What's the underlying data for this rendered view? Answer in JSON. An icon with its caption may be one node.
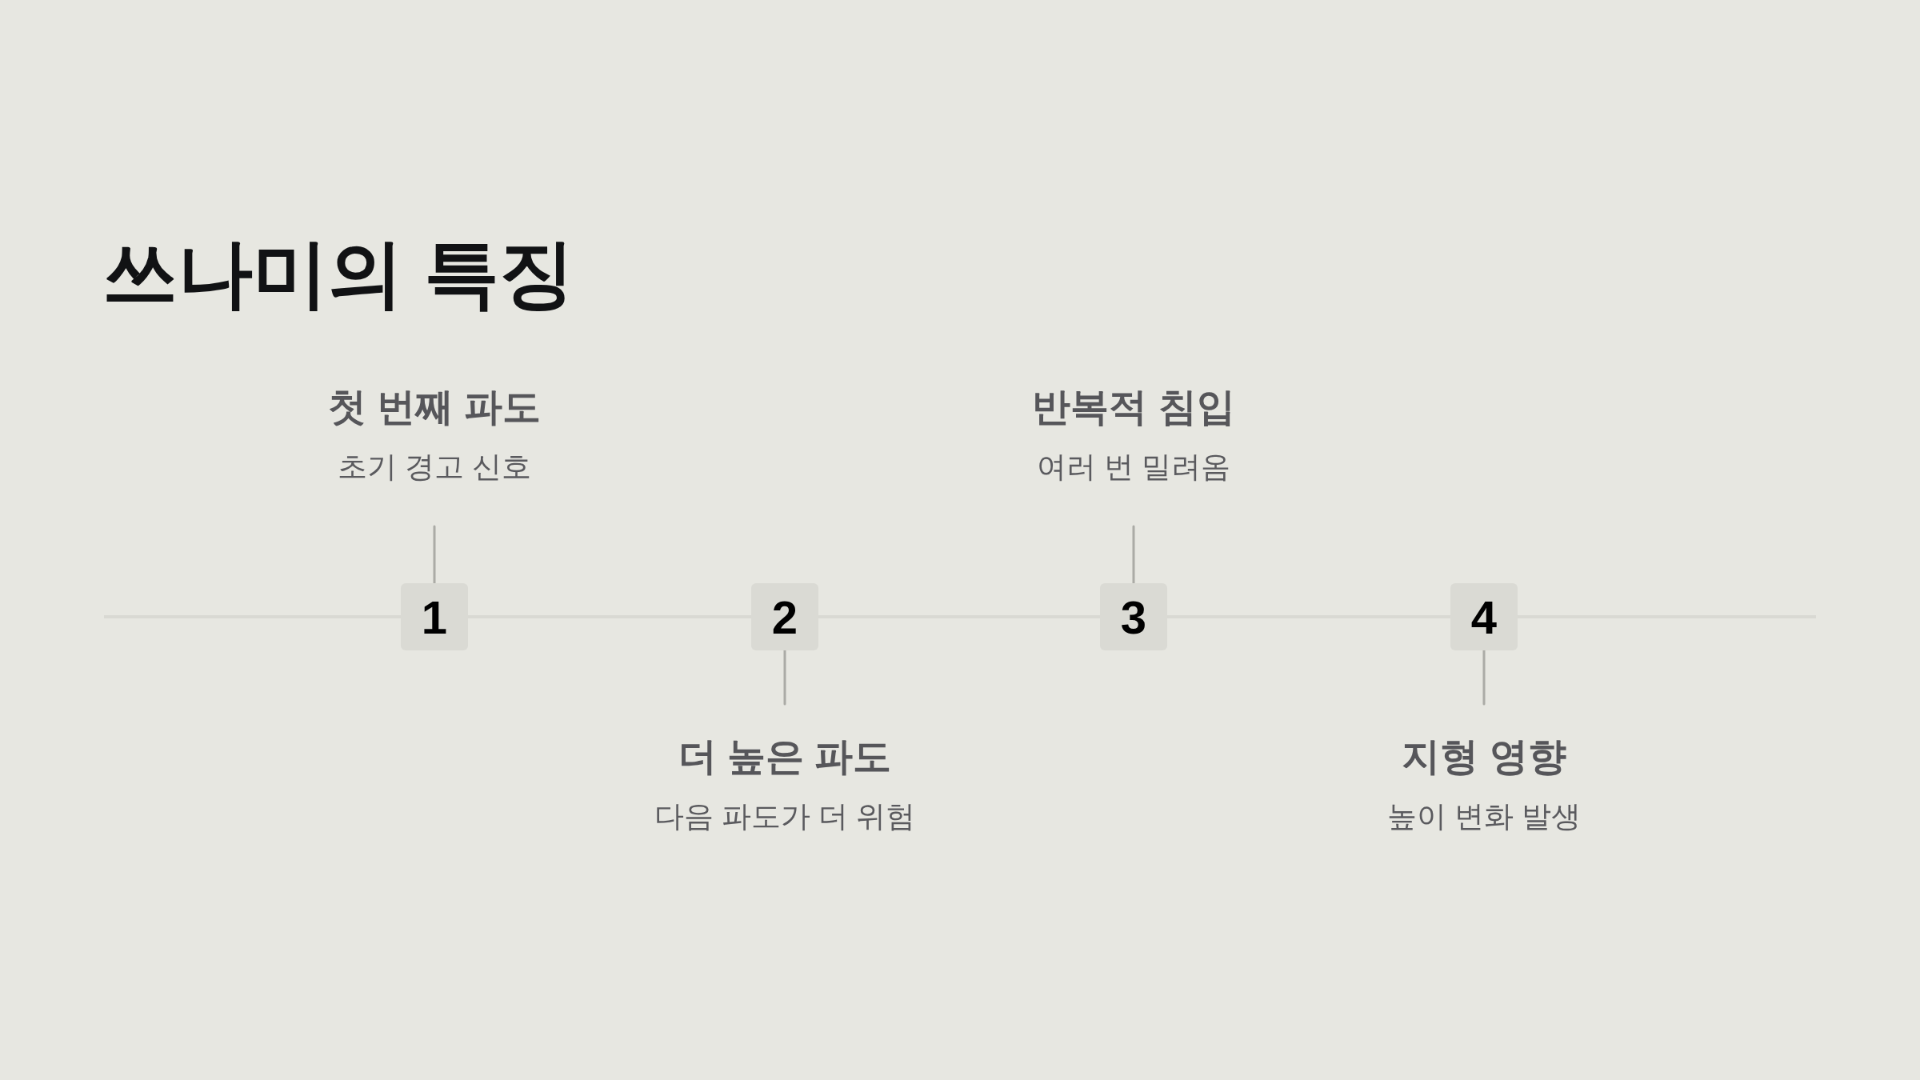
{
  "diagram": {
    "title": "쓰나미의 특징",
    "nodes": [
      {
        "text": [
          "첫 번째 파도",
          "초기 경고 신호"
        ]
      },
      {
        "text": [
          "1"
        ]
      },
      {
        "text": [
          "2"
        ]
      },
      {
        "text": [
          "더 높은 파도",
          "다음 파도가 더 위험"
        ]
      },
      {
        "text": [
          "반복적 침입",
          "여러 번 밀려옴"
        ]
      },
      {
        "text": [
          "3"
        ]
      },
      {
        "text": [
          "4"
        ]
      },
      {
        "text": [
          "지형 영향",
          "높이 변화 발생"
        ]
      }
    ],
    "edges": [
      {
        "from": 0,
        "to": 1,
        "arrow": "none"
      },
      {
        "from": 1,
        "to": 2,
        "arrow": "none",
        "color": "#d9d9d3"
      },
      {
        "from": 2,
        "to": 3,
        "arrow": "none"
      },
      {
        "from": 2,
        "to": 5,
        "arrow": "none",
        "color": "#d9d9d3"
      },
      {
        "from": 4,
        "to": 5,
        "arrow": "none"
      },
      {
        "from": 5,
        "to": 6,
        "arrow": "none",
        "color": "#d9d9d3"
      },
      {
        "from": 6,
        "to": 7,
        "arrow": "none"
      }
    ]
  }
}
